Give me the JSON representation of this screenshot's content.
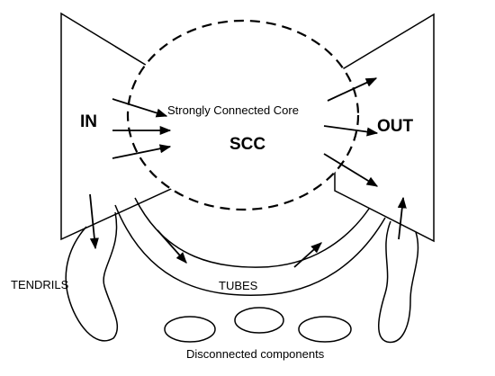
{
  "diagram": {
    "labels": {
      "in": "IN",
      "out": "OUT",
      "scc": "SCC",
      "core": "Strongly Connected Core",
      "tendrils": "TENDRILS",
      "tubes": "TUBES",
      "disconnected": "Disconnected components"
    },
    "line_color": "#000000",
    "background_color": "#ffffff"
  }
}
